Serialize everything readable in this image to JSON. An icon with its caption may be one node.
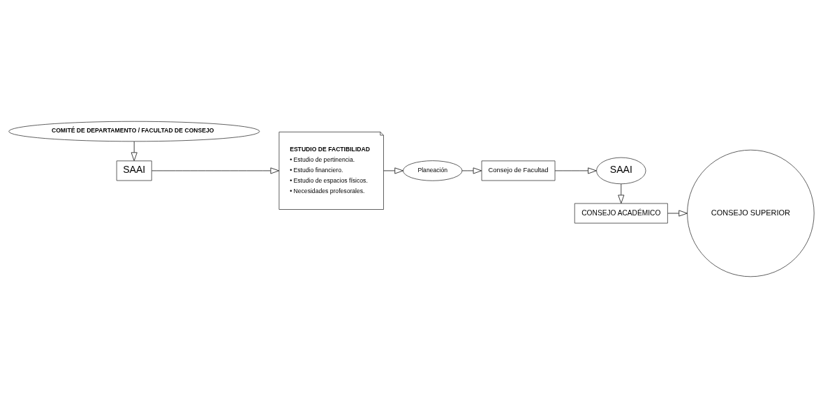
{
  "diagram": {
    "nodes": [
      {
        "text": [
          "COMITÉ DE DEPARTAMENTO / FACULTAD DE CONSEJO"
        ]
      },
      {
        "text": [
          "SAAI"
        ]
      },
      {
        "text": [
          "ESTUDIO DE FACTIBILIDAD",
          "• Estudio de pertinencia.",
          "• Estudio financiero.",
          "• Estudio de espacios físicos.",
          "• Necesidades profesorales."
        ]
      },
      {
        "text": [
          "Planeación"
        ]
      },
      {
        "text": [
          "Consejo de Facultad"
        ]
      },
      {
        "text": [
          "SAAI"
        ]
      },
      {
        "text": [
          "CONSEJO ACADÉMICO"
        ]
      },
      {
        "text": [
          "CONSEJO SUPERIOR"
        ]
      }
    ],
    "edges": [
      {
        "from": 0,
        "to": 1,
        "arrow": "to"
      },
      {
        "from": 1,
        "to": 2,
        "arrow": "to"
      },
      {
        "from": 2,
        "to": 3,
        "arrow": "to"
      },
      {
        "from": 3,
        "to": 4,
        "arrow": "to"
      },
      {
        "from": 4,
        "to": 5,
        "arrow": "to"
      },
      {
        "from": 5,
        "to": 6,
        "arrow": "to"
      },
      {
        "from": 6,
        "to": 7,
        "arrow": "to"
      }
    ]
  }
}
